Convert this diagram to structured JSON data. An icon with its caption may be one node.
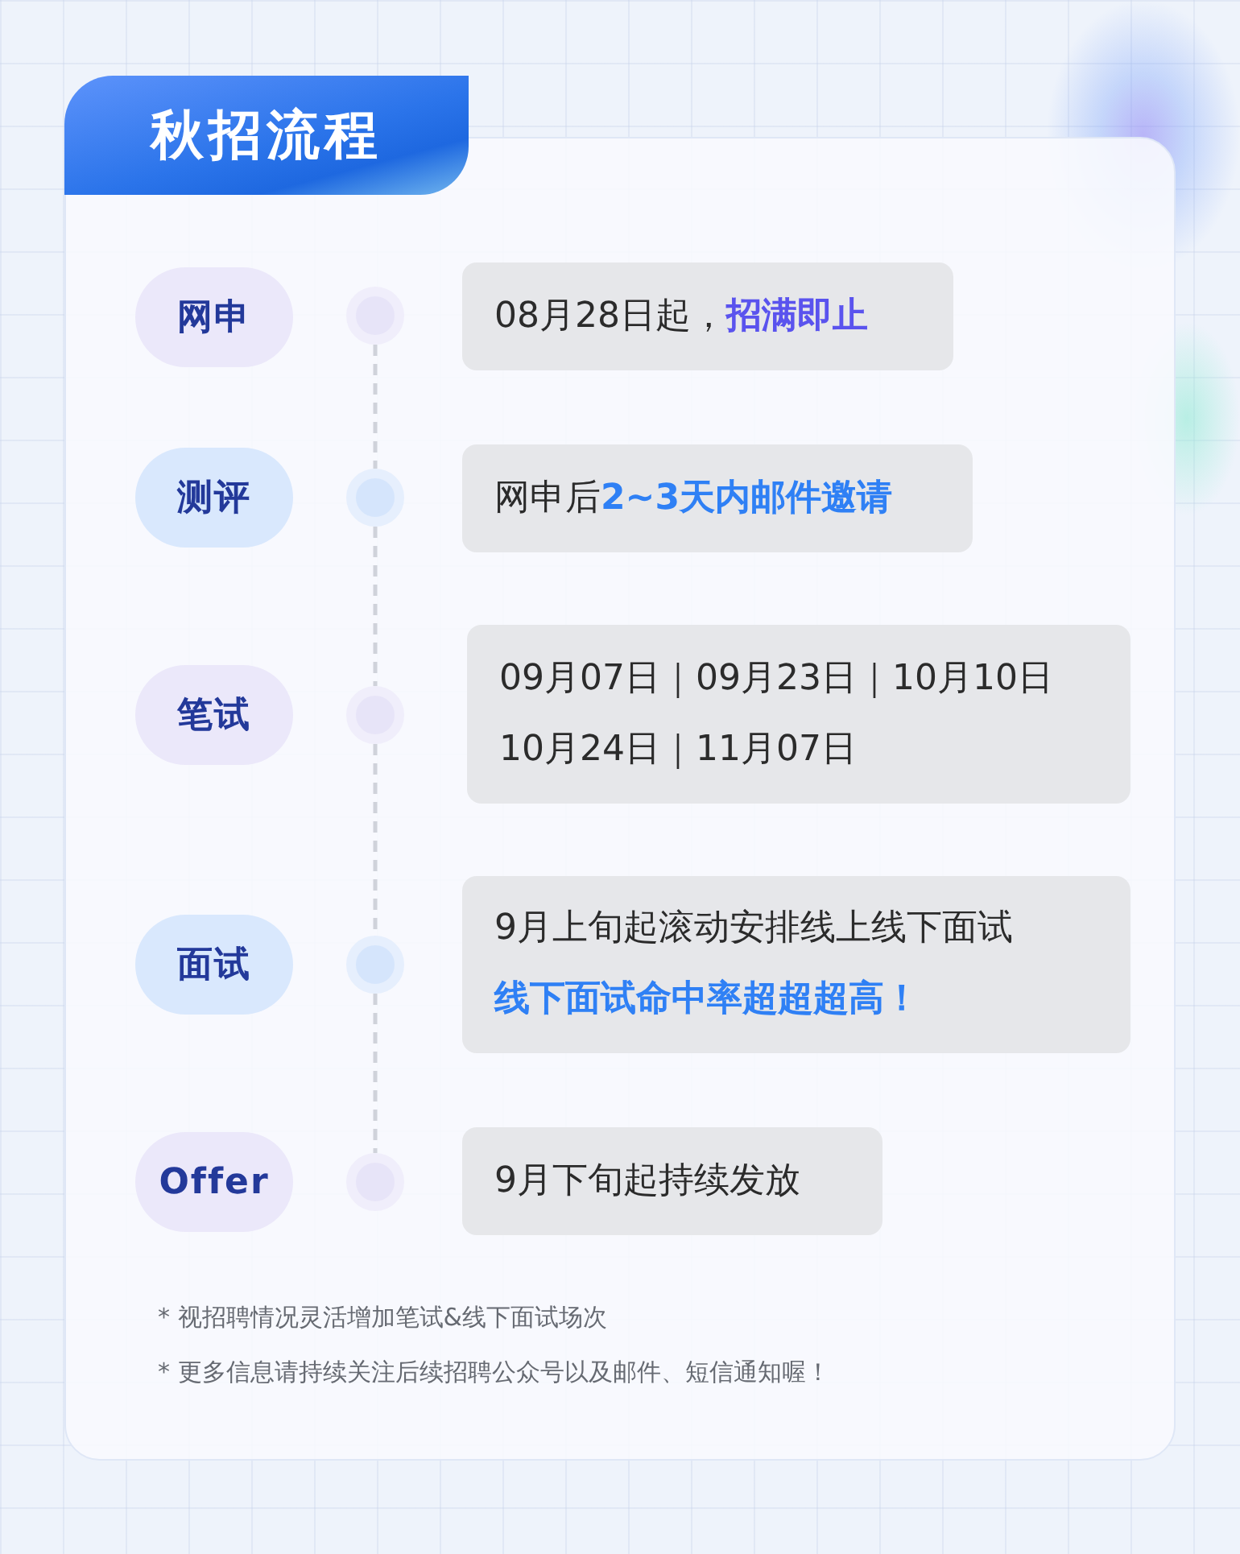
{
  "diagram": {
    "title": "秋招流程",
    "nodes": [
      {
        "text": [
          "网申"
        ]
      },
      {
        "text": [],
        "shape": "circle"
      },
      {
        "text": [
          "08月28日起，**招满即止**"
        ]
      },
      {
        "text": [
          "测评"
        ]
      },
      {
        "text": [],
        "shape": "circle"
      },
      {
        "text": [
          "网申后**2~3天内邮件邀请**"
        ]
      },
      {
        "text": [
          "笔试"
        ]
      },
      {
        "text": [],
        "shape": "circle"
      },
      {
        "text": [
          "09月07日｜09月23日｜10月10日",
          "10月24日｜11月07日"
        ]
      },
      {
        "text": [
          "面试"
        ]
      },
      {
        "text": [],
        "shape": "circle"
      },
      {
        "text": [
          "9月上旬起滚动安排线上线下面试",
          "线下面试命中率超超超高！"
        ]
      },
      {
        "text": [
          "Offer"
        ]
      },
      {
        "text": [],
        "shape": "circle"
      },
      {
        "text": [
          "9月下旬起持续发放"
        ]
      }
    ],
    "edges": [
      {
        "from": 1,
        "to": 4,
        "arrow": "none",
        "style": "dashed"
      },
      {
        "from": 4,
        "to": 7,
        "arrow": "none",
        "style": "dashed"
      },
      {
        "from": 7,
        "to": 10,
        "arrow": "none",
        "style": "dashed"
      },
      {
        "from": 10,
        "to": 13,
        "arrow": "none",
        "style": "dashed"
      }
    ],
    "labels": [
      "* 视招聘情况灵活增加笔试&线下面试场次",
      "* 更多信息请持续关注后续招聘公众号以及邮件、短信通知喔！"
    ]
  }
}
